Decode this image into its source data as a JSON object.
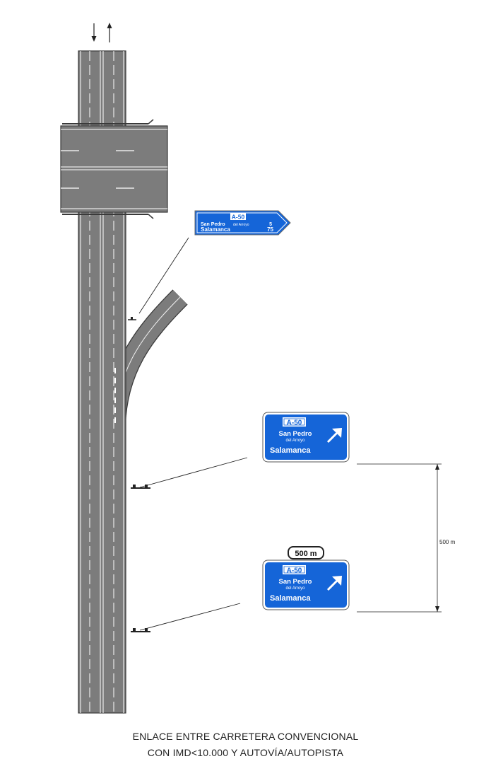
{
  "signs": {
    "exit_direction_sign": {
      "road_code": "A-50",
      "line1": "San Pedro",
      "line1_small": "del Arroyo",
      "line1_distance": "5",
      "line2": "Salamanca",
      "line2_distance": "75"
    },
    "gantry_sign_near": {
      "road_code": "A-50",
      "line1": "San Pedro",
      "line2": "del Arroyo",
      "line3": "Salamanca",
      "arrow": "arrow-up-right-icon"
    },
    "gantry_sign_advance": {
      "plate": "500 m",
      "road_code": "A-50",
      "line1": "San Pedro",
      "line2": "del Arroyo",
      "line3": "Salamanca",
      "arrow": "arrow-up-right-icon"
    }
  },
  "dimension": {
    "label": "500 m"
  },
  "direction_arrows": [
    "arrow-down-icon",
    "arrow-up-icon"
  ],
  "caption": {
    "line1": "ENLACE ENTRE CARRETERA CONVENCIONAL",
    "line2": "CON IMD<10.000 Y AUTOVÍA/AUTOPISTA"
  },
  "colors": {
    "road": "#7c7c7c",
    "road_edge": "#3a3a3a",
    "sign_blue": "#1565d8",
    "sign_border": "#ffffff",
    "marking": "#ffffff"
  }
}
